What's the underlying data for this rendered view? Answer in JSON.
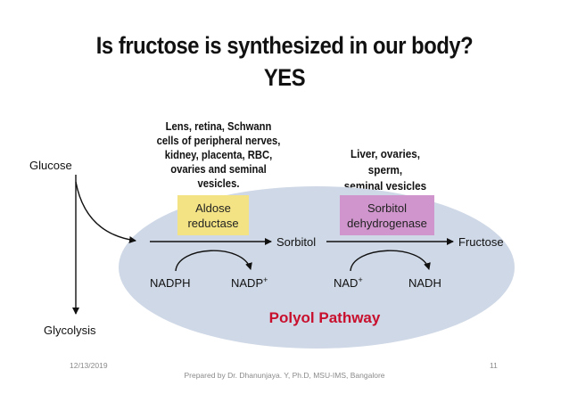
{
  "title": {
    "line1": "Is fructose is synthesized in our body?",
    "line2": "YES"
  },
  "annotations": {
    "aldose_tissues": [
      "Lens, retina, Schwann",
      "cells of peripheral nerves,",
      "kidney, placenta, RBC,",
      "ovaries and seminal",
      "vesicles."
    ],
    "sorbitol_tissues": [
      "Liver, ovaries,",
      "sperm,",
      "seminal vesicles"
    ]
  },
  "pathway": {
    "glucose": "Glucose",
    "glycolysis": "Glycolysis",
    "sorbitol": "Sorbitol",
    "fructose": "Fructose",
    "enzyme1": [
      "Aldose",
      "reductase"
    ],
    "enzyme2": [
      "Sorbitol",
      "dehydrogenase"
    ],
    "nadph": "NADPH",
    "nadp_plus": "NADP",
    "nad_plus": "NAD",
    "nadh": "NADH",
    "name": "Polyol Pathway"
  },
  "colors": {
    "ellipse": "#cfd8e6",
    "enzyme1_box": "#f3e384",
    "enzyme2_box": "#cf95cc",
    "pathway_name": "#c8102e",
    "footer": "#8a8a8a"
  },
  "footer": {
    "date": "12/13/2019",
    "credit": "Prepared by Dr. Dhanunjaya. Y, Ph.D, MSU-IMS, Bangalore",
    "page": "11"
  }
}
